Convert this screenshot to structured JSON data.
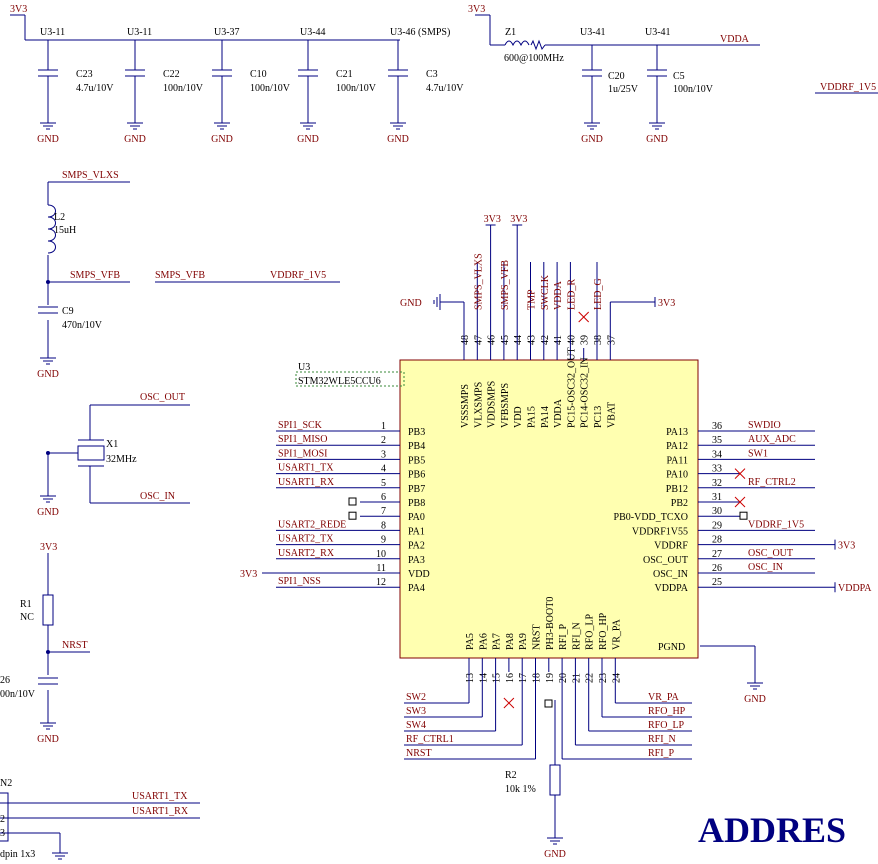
{
  "power": {
    "v3": "3V3",
    "gnd": "GND",
    "vdda": "VDDA",
    "vddpa": "VDDPA",
    "vddrf": "VDDRF_1V5"
  },
  "decoupling": [
    {
      "ref": "U3-11",
      "cap": "C23",
      "value": "4.7u/10V"
    },
    {
      "ref": "U3-11",
      "cap": "C22",
      "value": "100n/10V"
    },
    {
      "ref": "U3-37",
      "cap": "C10",
      "value": "100n/10V"
    },
    {
      "ref": "U3-44",
      "cap": "C21",
      "value": "100n/10V"
    },
    {
      "ref": "U3-46 (SMPS)",
      "cap": "C3",
      "value": "4.7u/10V"
    }
  ],
  "vdda_filter": {
    "ferrite": "Z1",
    "ferrite_value": "600@100MHz",
    "caps": [
      {
        "ref": "U3-41",
        "cap": "C20",
        "value": "1u/25V"
      },
      {
        "ref": "U3-41",
        "cap": "C5",
        "value": "100n/10V"
      }
    ]
  },
  "smps": {
    "net_vlxs": "SMPS_VLXS",
    "inductor": "L2",
    "inductor_value": "15uH",
    "net_vfb": "SMPS_VFB",
    "cap": "C9",
    "cap_value": "470n/10V"
  },
  "crystal": {
    "ref": "X1",
    "value": "32MHz",
    "osc_out": "OSC_OUT",
    "osc_in": "OSC_IN"
  },
  "reset": {
    "r": "R1",
    "r_value": "NC",
    "net": "NRST",
    "cap_partial": "26",
    "cap_value_partial": "00n/10V"
  },
  "header": {
    "ref_partial": "N2",
    "name_partial": "dpin 1x3",
    "pins": [
      "2",
      "3"
    ],
    "nets": [
      "USART1_TX",
      "USART1_RX"
    ]
  },
  "ic": {
    "ref": "U3",
    "part": "STM32WLE5CCU6",
    "left_pins": [
      {
        "num": "1",
        "name": "PB3",
        "net": "SPI1_SCK"
      },
      {
        "num": "2",
        "name": "PB4",
        "net": "SPI1_MISO"
      },
      {
        "num": "3",
        "name": "PB5",
        "net": "SPI1_MOSI"
      },
      {
        "num": "4",
        "name": "PB6",
        "net": "USART1_TX"
      },
      {
        "num": "5",
        "name": "PB7",
        "net": "USART1_RX"
      },
      {
        "num": "6",
        "name": "PB8",
        "net": ""
      },
      {
        "num": "7",
        "name": "PA0",
        "net": ""
      },
      {
        "num": "8",
        "name": "PA1",
        "net": "USART2_REDE"
      },
      {
        "num": "9",
        "name": "PA2",
        "net": "USART2_TX"
      },
      {
        "num": "10",
        "name": "PA3",
        "net": "USART2_RX"
      },
      {
        "num": "11",
        "name": "VDD",
        "net": "3V3"
      },
      {
        "num": "12",
        "name": "PA4",
        "net": "SPI1_NSS"
      }
    ],
    "right_pins": [
      {
        "num": "36",
        "name": "PA13",
        "net": "SWDIO"
      },
      {
        "num": "35",
        "name": "PA12",
        "net": "AUX_ADC"
      },
      {
        "num": "34",
        "name": "PA11",
        "net": "SW1"
      },
      {
        "num": "33",
        "name": "PA10",
        "net": ""
      },
      {
        "num": "32",
        "name": "PB12",
        "net": "RF_CTRL2"
      },
      {
        "num": "31",
        "name": "PB2",
        "net": ""
      },
      {
        "num": "30",
        "name": "PB0-VDD_TCXO",
        "net": ""
      },
      {
        "num": "29",
        "name": "VDDRF1V55",
        "net": "VDDRF_1V5"
      },
      {
        "num": "28",
        "name": "VDDRF",
        "net": "3V3"
      },
      {
        "num": "27",
        "name": "OSC_OUT",
        "net": "OSC_OUT"
      },
      {
        "num": "26",
        "name": "OSC_IN",
        "net": "OSC_IN"
      },
      {
        "num": "25",
        "name": "VDDPA",
        "net": "VDDPA"
      }
    ],
    "top_pins": [
      {
        "num": "48",
        "name": "VSSSMPS",
        "net": "GND"
      },
      {
        "num": "47",
        "name": "VLXSMPS",
        "net": "SMPS_VLXS"
      },
      {
        "num": "46",
        "name": "VDDSMPS",
        "net": "3V3"
      },
      {
        "num": "45",
        "name": "VFBSMPS",
        "net": "SMPS_VFB"
      },
      {
        "num": "44",
        "name": "VDD",
        "net": "3V3"
      },
      {
        "num": "43",
        "name": "PA15",
        "net": "TMP"
      },
      {
        "num": "42",
        "name": "PA14",
        "net": "SWCLK"
      },
      {
        "num": "41",
        "name": "VDDA",
        "net": "VDDA"
      },
      {
        "num": "40",
        "name": "PC15-OSC32_OUT",
        "net": "LED_R"
      },
      {
        "num": "39",
        "name": "PC14-OSC32_IN",
        "net": ""
      },
      {
        "num": "38",
        "name": "PC13",
        "net": "LED_G"
      },
      {
        "num": "37",
        "name": "VBAT",
        "net": "3V3"
      }
    ],
    "bottom_pins": [
      {
        "num": "13",
        "name": "PA5",
        "net": "SW2"
      },
      {
        "num": "14",
        "name": "PA6",
        "net": "SW3"
      },
      {
        "num": "15",
        "name": "PA7",
        "net": "SW4"
      },
      {
        "num": "16",
        "name": "PA8",
        "net": ""
      },
      {
        "num": "17",
        "name": "PA9",
        "net": "RF_CTRL1"
      },
      {
        "num": "18",
        "name": "NRST",
        "net": "NRST"
      },
      {
        "num": "19",
        "name": "PH3-BOOT0",
        "net": ""
      },
      {
        "num": "20",
        "name": "RFI_P",
        "net": "RFI_P"
      },
      {
        "num": "21",
        "name": "RFI_N",
        "net": "RFI_N"
      },
      {
        "num": "22",
        "name": "RFO_LP",
        "net": "RFO_LP"
      },
      {
        "num": "23",
        "name": "RFO_HP",
        "net": "RFO_HP"
      },
      {
        "num": "24",
        "name": "VR_PA",
        "net": "VR_PA"
      }
    ],
    "pgnd": "PGND"
  },
  "boot": {
    "r": "R2",
    "value": "10k 1%"
  },
  "title_partial": "ADDRES",
  "colors": {
    "wire": "#000080",
    "ic_fill": "#ffffb0",
    "ic_border": "#800000",
    "net": "#800000",
    "nc_mark": "#cc0000"
  }
}
